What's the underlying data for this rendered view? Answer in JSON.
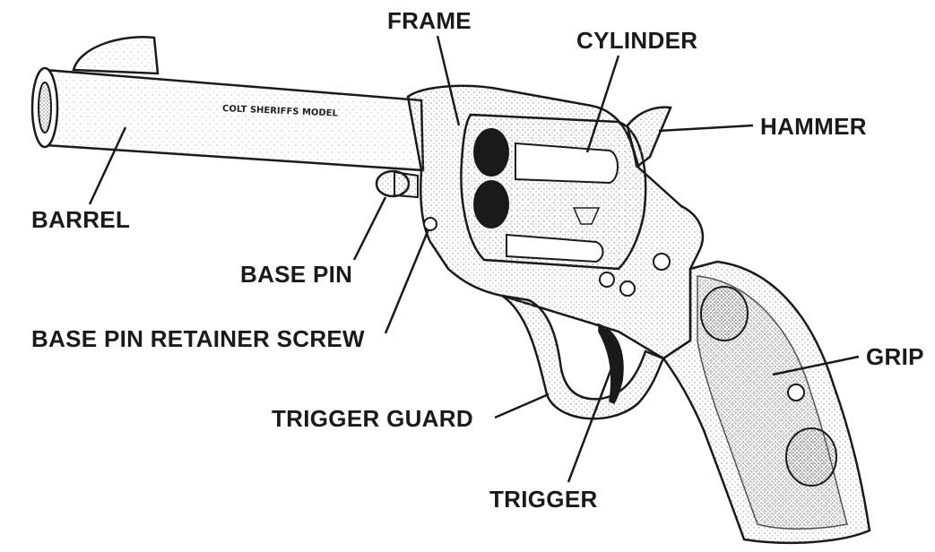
{
  "labels": {
    "frame": "FRAME",
    "cylinder": "CYLINDER",
    "hammer": "HAMMER",
    "barrel": "BARREL",
    "base_pin": "BASE PIN",
    "base_pin_retainer_screw": "BASE PIN RETAINER SCREW",
    "grip": "GRIP",
    "trigger_guard": "TRIGGER GUARD",
    "trigger": "TRIGGER"
  },
  "engraving": "COLT SHERIFFS MODEL",
  "colors": {
    "ink": "#1a1a1a",
    "stipple": "#9a9a9a",
    "background": "#ffffff"
  }
}
